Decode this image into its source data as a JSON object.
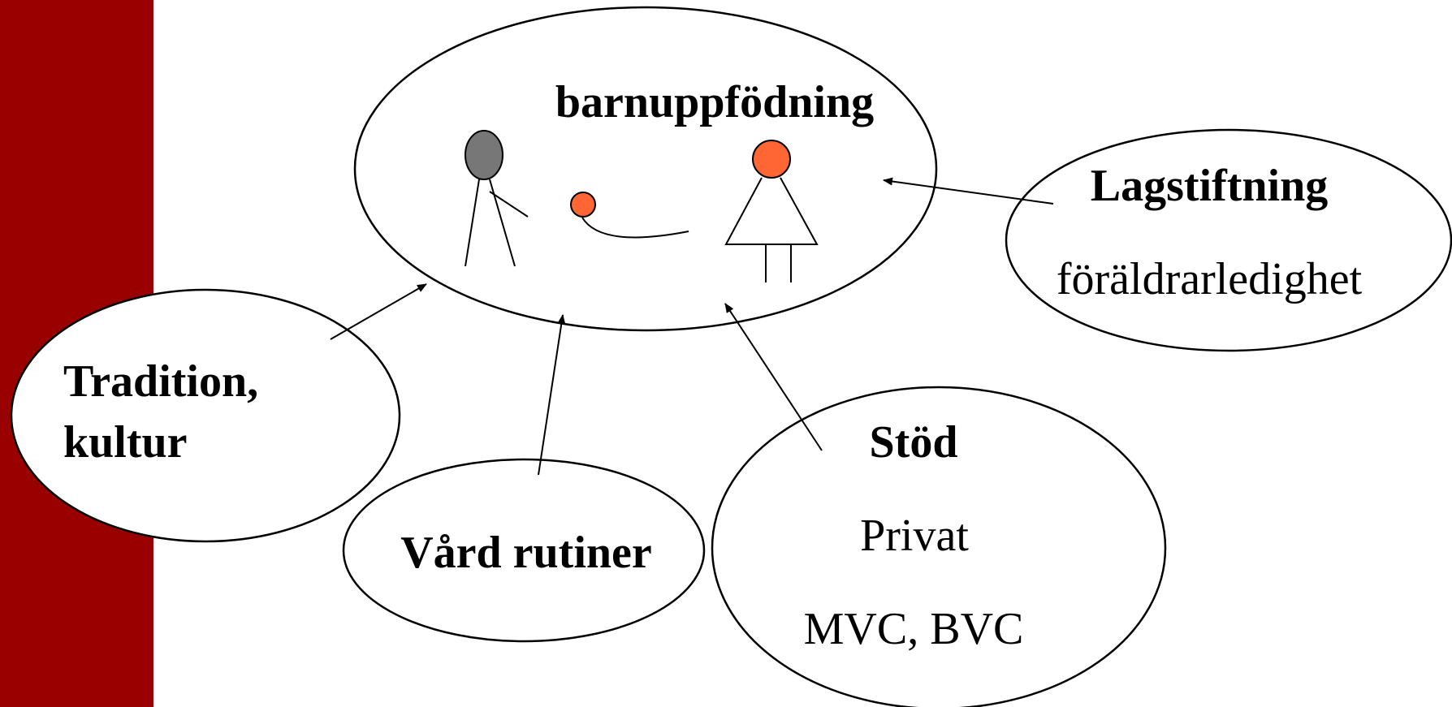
{
  "colors": {
    "side_bar": "#990000",
    "father_head": "#777777",
    "mother_head": "#ff6633",
    "child_head": "#ff6633",
    "outline": "#000000",
    "background": "#ffffff"
  },
  "diagram": {
    "center": {
      "title": "barnuppfödning"
    },
    "nodes": {
      "tradition": {
        "line1": "Tradition,",
        "line2": "kultur"
      },
      "vard": {
        "title": "Vård rutiner"
      },
      "stod": {
        "title": "Stöd",
        "line1": "Privat",
        "line2": "MVC, BVC"
      },
      "lagstiftning": {
        "title": "Lagstiftning",
        "line1": "föräldrarledighet"
      }
    }
  }
}
